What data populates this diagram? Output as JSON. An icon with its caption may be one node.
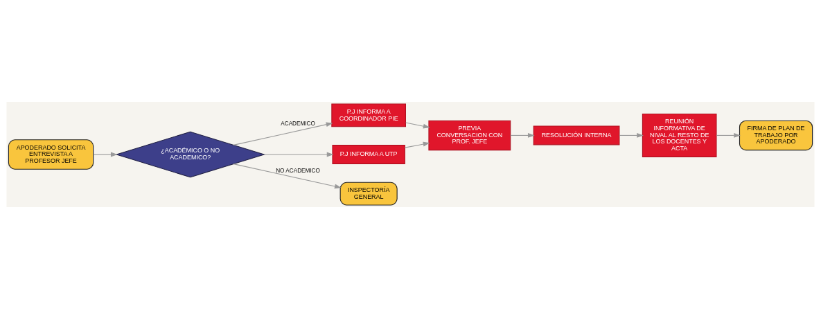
{
  "diagram": {
    "nodes": [
      {
        "text": [
          "APODERADO SOLICITA ENTREVISTA A PROFESOR JEFE"
        ]
      },
      {
        "text": [
          "¿ACADÉMICO O NO ACADEMICO?"
        ]
      },
      {
        "text": [
          "P.J INFORMA A COORDINADOR PIE"
        ]
      },
      {
        "text": [
          "P.J INFORMA A UTP"
        ]
      },
      {
        "text": [
          "PREVIA CONVERSACION CON PROF. JEFE"
        ]
      },
      {
        "text": [
          "RESOLUCIÓN INTERNA"
        ]
      },
      {
        "text": [
          "REUNIÓN INFORMATIVA DE NIVAL AL RESTO DE LOS DOCENTES Y ACTA"
        ]
      },
      {
        "text": [
          "FIRMA DE PLAN DE TRABAJO POR APODERADO"
        ]
      },
      {
        "text": [
          "INSPECTORÍA GENERAL"
        ]
      }
    ],
    "edges": [
      {
        "from": 0,
        "to": 1,
        "arrow": "to"
      },
      {
        "from": 1,
        "to": 2,
        "arrow": "to",
        "label": "ACADEMICO"
      },
      {
        "from": 1,
        "to": 3,
        "arrow": "to"
      },
      {
        "from": 2,
        "to": 4,
        "arrow": "to"
      },
      {
        "from": 3,
        "to": 4,
        "arrow": "to"
      },
      {
        "from": 4,
        "to": 5,
        "arrow": "to"
      },
      {
        "from": 5,
        "to": 6,
        "arrow": "to"
      },
      {
        "from": 6,
        "to": 7,
        "arrow": "to"
      },
      {
        "from": 1,
        "to": 8,
        "arrow": "to",
        "label": "NO ACADEMICO"
      }
    ]
  }
}
